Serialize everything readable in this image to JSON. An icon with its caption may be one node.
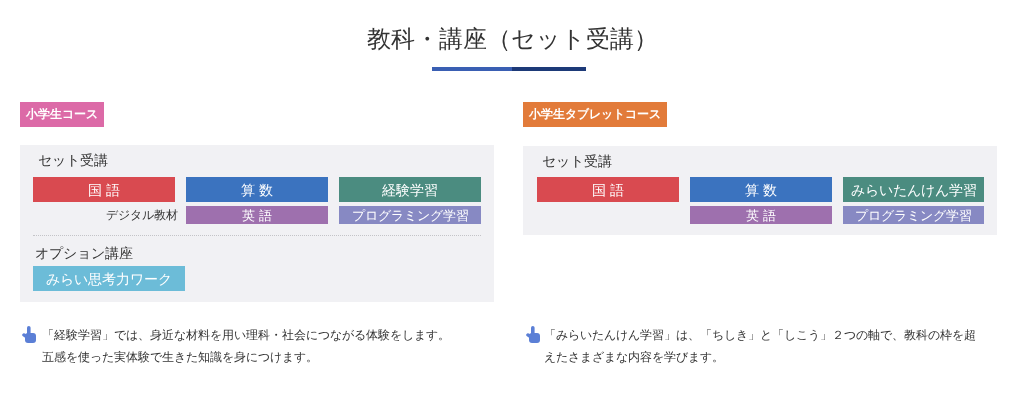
{
  "diagram": {
    "title": "教科・講座（セット受講）",
    "nodes": [
      {
        "text": [
          "小学生コース"
        ]
      },
      {
        "text": [
          "セット受講",
          "オプション講座"
        ]
      },
      {
        "text": [
          "国 語"
        ],
        "in": 1
      },
      {
        "text": [
          "算 数"
        ],
        "in": 1
      },
      {
        "text": [
          "経験学習"
        ],
        "in": 1
      },
      {
        "text": [
          "英 語"
        ],
        "in": 1,
        "beside": [
          "デジタル教材"
        ]
      },
      {
        "text": [
          "プログラミング学習"
        ],
        "in": 1
      },
      {
        "text": [
          "みらい思考力ワーク"
        ],
        "in": 1
      },
      {
        "text": [
          "小学生タブレットコース"
        ]
      },
      {
        "text": [
          "セット受講"
        ]
      },
      {
        "text": [
          "国 語"
        ],
        "in": 9
      },
      {
        "text": [
          "算 数"
        ],
        "in": 9
      },
      {
        "text": [
          "みらいたんけん学習"
        ],
        "in": 9
      },
      {
        "text": [
          "英 語"
        ],
        "in": 9
      },
      {
        "text": [
          "プログラミング学習"
        ],
        "in": 9
      }
    ],
    "labels": [
      "「経験学習」では、身近な材料を用い理科・社会につながる体験をします。五感を使った実体験で生きた知識を身につけます。",
      "「みらいたんけん学習」は、「ちしき」と「しこう」２つの軸で、教科の枠を超えたさまざまな内容を学びます。"
    ]
  }
}
